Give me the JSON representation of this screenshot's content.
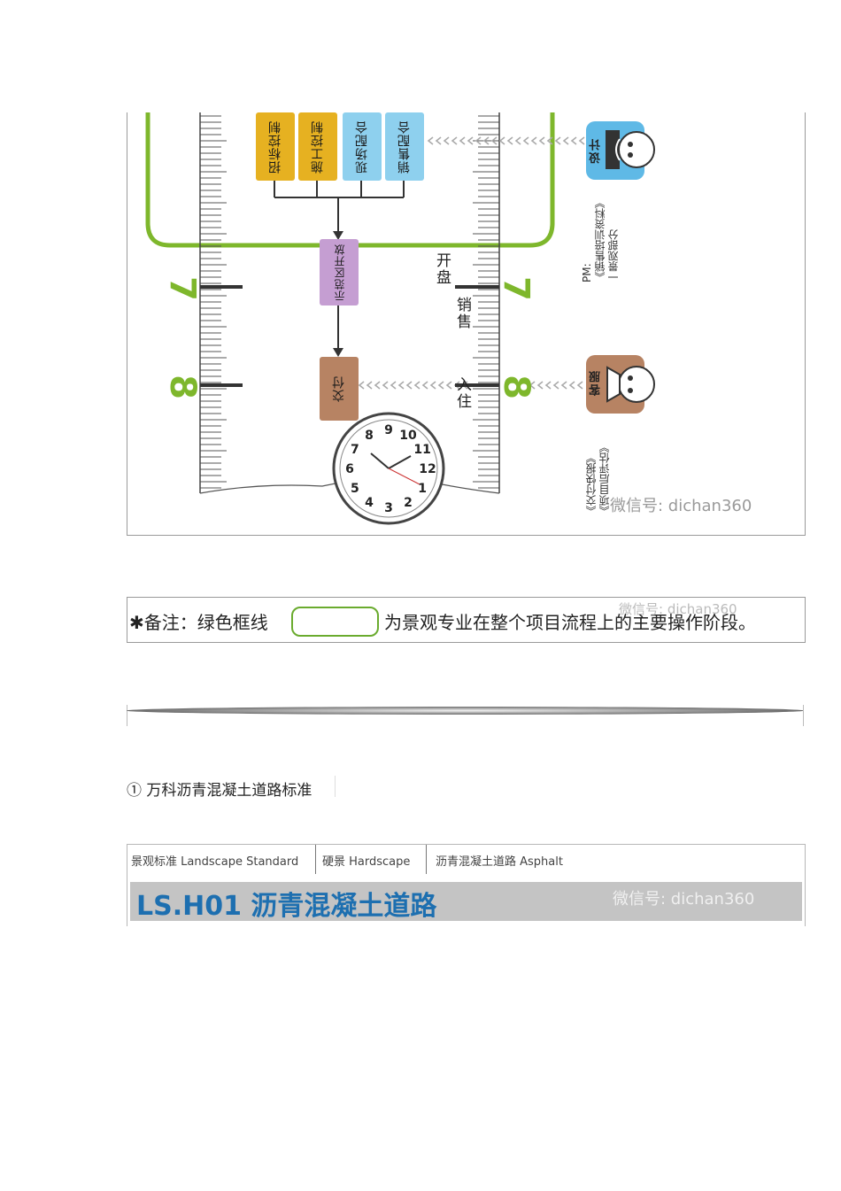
{
  "diagram": {
    "tasks": [
      {
        "label": "招标控制",
        "color": "#e6b121"
      },
      {
        "label": "施工控制",
        "color": "#e6b121"
      },
      {
        "label": "现场配合",
        "color": "#8ed0ee"
      },
      {
        "label": "销售配合",
        "color": "#8ed0ee"
      }
    ],
    "milestone_open": "示范区开放",
    "milestone_delivery": "交付",
    "stage_open": "开盘",
    "stage_sales": "销售",
    "stage_move_in": "入住",
    "number_7": "7",
    "number_8": "8",
    "role_design": "设计",
    "role_design_notes": [
      "PM:",
      "《销售培训资料》",
      "一景观部分"
    ],
    "role_service": "客服",
    "role_service_notes": [
      "《交付快报》",
      "《项目后评估》"
    ],
    "clock_numbers": [
      "12",
      "1",
      "2",
      "3",
      "4",
      "5",
      "6",
      "7",
      "8",
      "9",
      "10",
      "11"
    ],
    "watermark": "微信号: dichan360"
  },
  "note": {
    "prefix": "✱备注：绿色框线",
    "suffix": "为景观专业在整个项目流程上的主要操作阶段。",
    "watermark": "微信号: dichan360"
  },
  "heading": "① 万科沥青混凝土道路标准",
  "banner": {
    "crumb1": "景观标准  Landscape Standard",
    "crumb2": "硬景  Hardscape",
    "crumb3": "沥青混凝土道路  Asphalt",
    "code_title": "LS.H01  沥青混凝土道路",
    "watermark": "微信号: dichan360"
  },
  "colors": {
    "green_frame": "#7eb72c",
    "yellow_task": "#e6b121",
    "blue_task": "#8ed0ee",
    "purple_task": "#c59ed2",
    "brown_task": "#b78363",
    "banner_text": "#1d6fb0"
  }
}
